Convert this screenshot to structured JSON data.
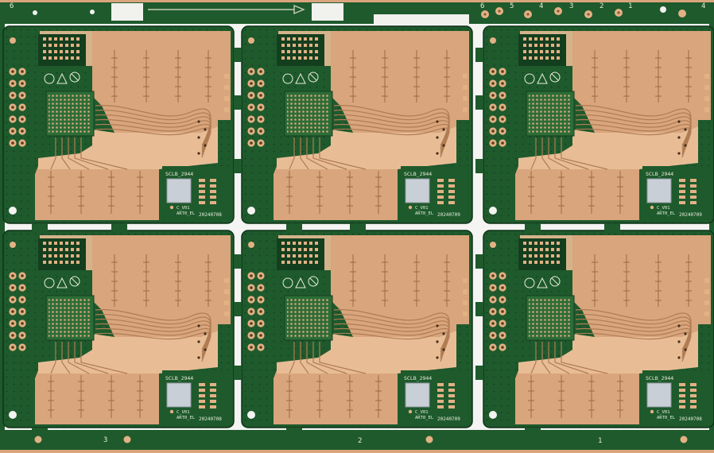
{
  "panel": {
    "rail_numbers_top": [
      "6",
      "6",
      "5",
      "4",
      "3",
      "2",
      "1",
      "4"
    ],
    "rail_numbers_bottom": [
      "3",
      "2",
      "1"
    ],
    "boards": [
      {
        "id": "board-1",
        "label_top": "SCLB_2944",
        "label_mid": "C_V01",
        "label_mid2": "ART0_EL",
        "date": "20240708"
      },
      {
        "id": "board-2",
        "label_top": "SCLB_2944",
        "label_mid": "C_V01",
        "label_mid2": "ART0_EL",
        "date": "20240709"
      },
      {
        "id": "board-3",
        "label_top": "SCLB_2944",
        "label_mid": "C_V01",
        "label_mid2": "ART0_EL",
        "date": "20240709"
      },
      {
        "id": "board-4",
        "label_top": "SCLB_2944",
        "label_mid": "C_V01",
        "label_mid2": "ART0_EL",
        "date": "20240708"
      },
      {
        "id": "board-5",
        "label_top": "SCLB_2944",
        "label_mid": "C_V01",
        "label_mid2": "ART0_EL",
        "date": "20240709"
      },
      {
        "id": "board-6",
        "label_top": "SCLB_2944",
        "label_mid": "C_V01",
        "label_mid2": "ART0_EL",
        "date": "20240708"
      }
    ]
  },
  "colors": {
    "soldermask": "#1e5a2c",
    "soldermask_dark": "#143f1f",
    "copper": "#d9a57c",
    "copper_light": "#e8bd96",
    "pad_gold": "#e2b184",
    "silkscreen": "#e8ecd8",
    "background": "#f4f4f2"
  }
}
